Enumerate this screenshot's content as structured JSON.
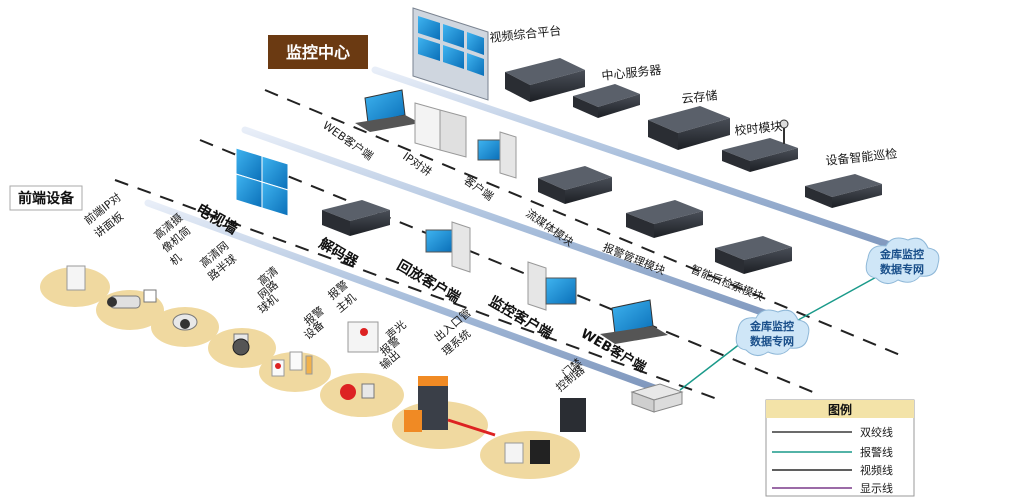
{
  "title_monitor_center": "监控中心",
  "title_front_devices": "前端设备",
  "center_devices": {
    "video_platform": "视频综合平台",
    "central_server": "中心服务器",
    "cloud_storage": "云存储",
    "time_module": "校时模块",
    "patrol": "设备智能巡检",
    "web_client": "WEB客户端",
    "ip_intercom": "IP对讲",
    "client": "客户端",
    "streaming": "流媒体模块",
    "alarm_mgmt": "报警管理模块",
    "smart_search": "智能后检索模块",
    "video_wall": "电视墙",
    "decoder": "解码器",
    "playback_client": "回放客户端",
    "monitor_client": "监控客户端",
    "web_client2": "WEB客户端"
  },
  "clouds": {
    "top": [
      "金库监控",
      "数据专网"
    ],
    "bottom": [
      "金库监控",
      "数据专网"
    ]
  },
  "front_devices": {
    "ip_panel": [
      "前端IP对",
      "讲面板"
    ],
    "hd_camera": [
      "高清摄",
      "像机简",
      "机"
    ],
    "hd_dome": [
      "高清网",
      "路半球"
    ],
    "hd_ball": [
      "高清",
      "网路",
      "球机"
    ],
    "alarm_host": [
      "报警",
      "主机"
    ],
    "alarm_device": [
      "报警",
      "设备"
    ],
    "audio_alarm": [
      "声光",
      "报警",
      "输出"
    ],
    "access_mgmt": [
      "出入口管",
      "理系统"
    ],
    "door_control": [
      "门禁",
      "控制器"
    ]
  },
  "legend": {
    "title": "图例",
    "items": [
      {
        "label": "双绞线",
        "color": "#3a3a3a"
      },
      {
        "label": "报警线",
        "color": "#1a9a8a"
      },
      {
        "label": "视频线",
        "color": "#2a2a2a"
      },
      {
        "label": "显示线",
        "color": "#7a3a8a"
      }
    ]
  },
  "colors": {
    "title_box": "#6b3a12",
    "bus": "#b8c8e0",
    "cloud": "#cfe6f7",
    "dashed": "#222222",
    "front_pad": "#f0d9a0"
  }
}
